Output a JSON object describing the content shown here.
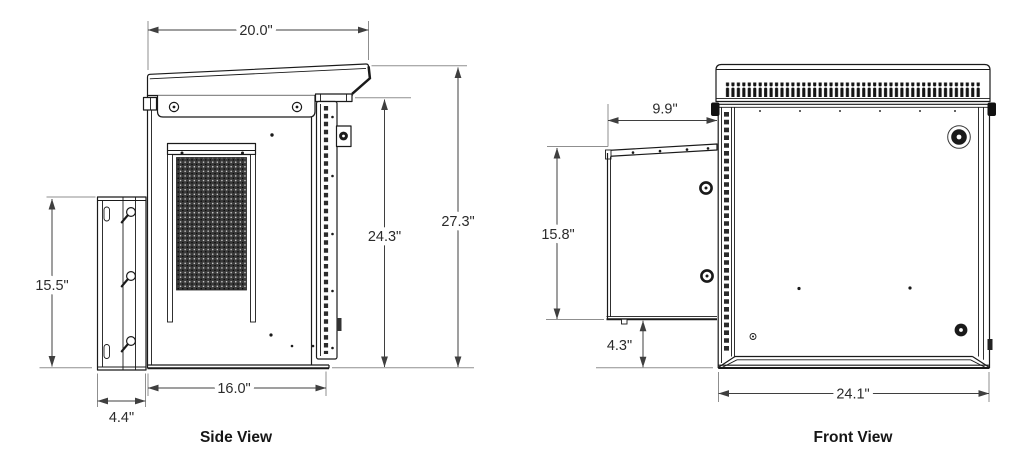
{
  "colors": {
    "line": "#1a1a1a",
    "dim": "#3f3f3f",
    "ext": "#8f8f8f",
    "text": "#2b2b2b",
    "bg": "#ffffff"
  },
  "side_view": {
    "label": "Side View",
    "dims": {
      "roof_width": "20.0\"",
      "door_height": "24.3\"",
      "overall_height": "27.3\"",
      "bracket_height": "15.5\"",
      "body_depth": "16.0\"",
      "bracket_depth": "4.4\""
    }
  },
  "front_view": {
    "label": "Front View",
    "dims": {
      "open_panel_depth": "9.9\"",
      "open_panel_height": "15.8\"",
      "panel_bottom_gap": "4.3\"",
      "overall_width": "24.1\""
    }
  }
}
